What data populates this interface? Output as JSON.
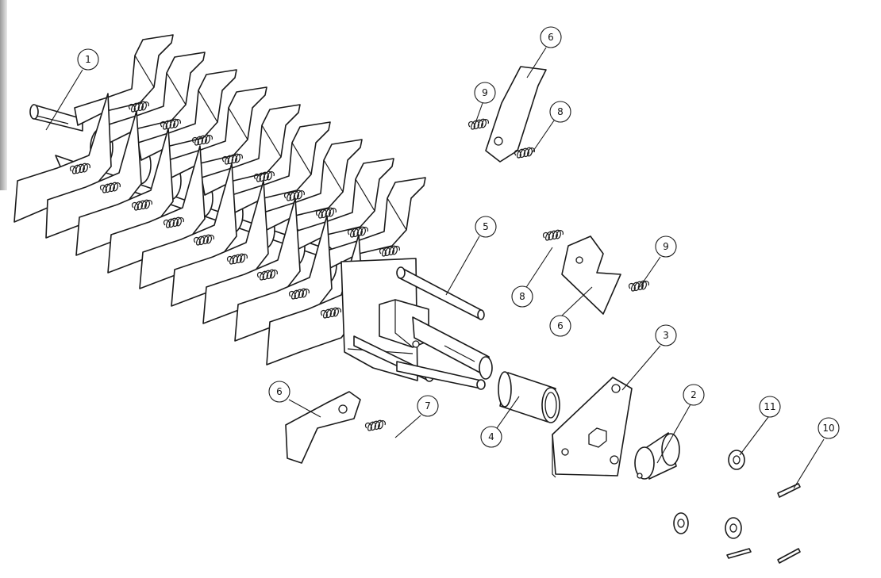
{
  "diagram": {
    "callouts": [
      {
        "id": "callout-1",
        "label": "1"
      },
      {
        "id": "callout-2",
        "label": "2"
      },
      {
        "id": "callout-3",
        "label": "3"
      },
      {
        "id": "callout-4",
        "label": "4"
      },
      {
        "id": "callout-5",
        "label": "5"
      },
      {
        "id": "callout-6a",
        "label": "6"
      },
      {
        "id": "callout-6b",
        "label": "6"
      },
      {
        "id": "callout-6c",
        "label": "6"
      },
      {
        "id": "callout-7",
        "label": "7"
      },
      {
        "id": "callout-8a",
        "label": "8"
      },
      {
        "id": "callout-8b",
        "label": "8"
      },
      {
        "id": "callout-9a",
        "label": "9"
      },
      {
        "id": "callout-9b",
        "label": "9"
      },
      {
        "id": "callout-10",
        "label": "10"
      },
      {
        "id": "callout-11",
        "label": "11"
      }
    ]
  }
}
